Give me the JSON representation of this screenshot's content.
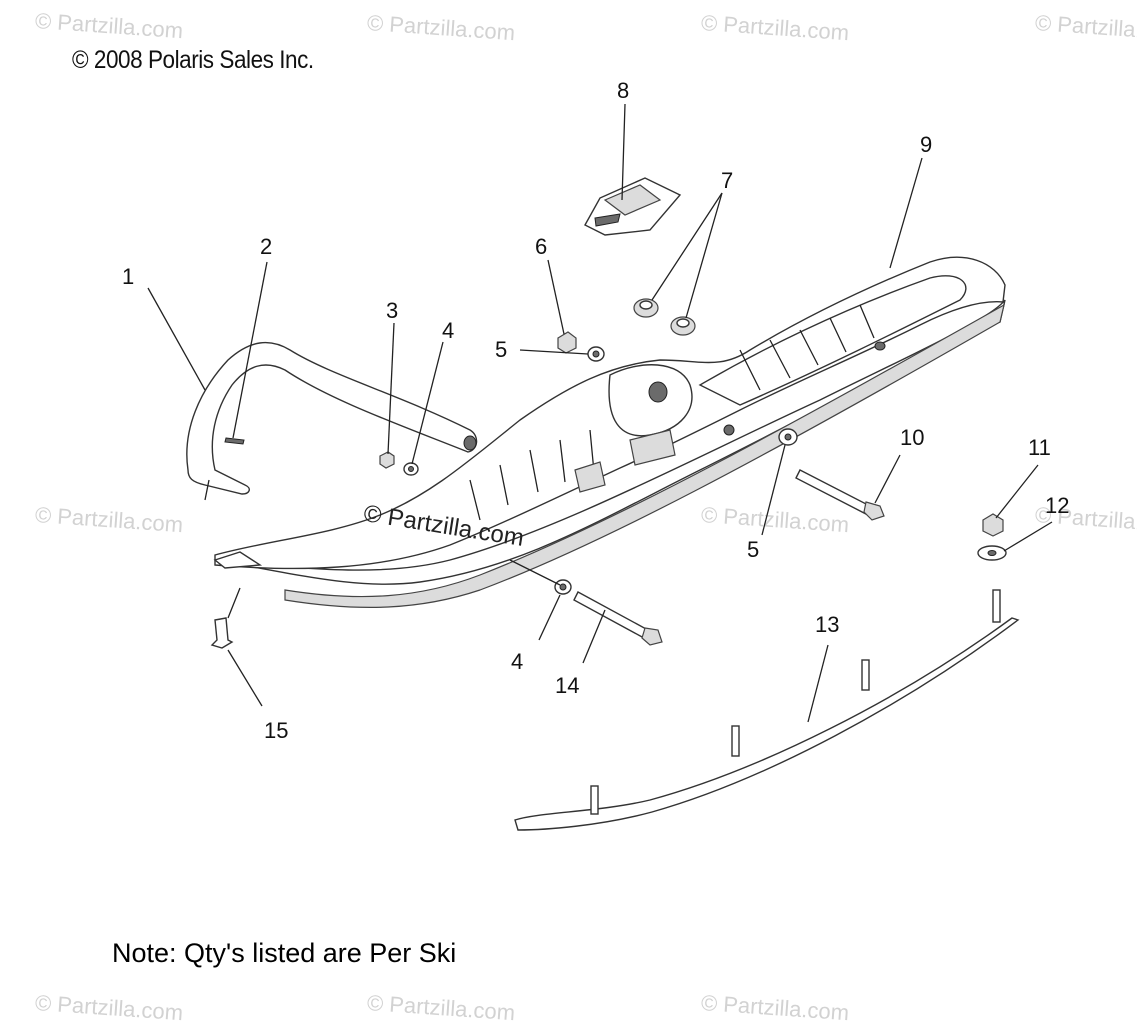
{
  "header": {
    "copyright": "© 2008 Polaris Sales Inc."
  },
  "footer": {
    "note": "Note: Qty's listed are Per Ski"
  },
  "watermarks": [
    "© Partzilla.com",
    "© Partzilla.com",
    "© Partzilla.com",
    "© Partzilla.com",
    "© Partzilla.com",
    "© Partzilla.com",
    "© Partzilla.com",
    "© Partzilla.com",
    "© Partzilla.com",
    "© Partzilla.com"
  ],
  "center_watermark": "© Partzilla.com",
  "callouts": {
    "c1": "1",
    "c2": "2",
    "c3": "3",
    "c4a": "4",
    "c4b": "4",
    "c5a": "5",
    "c5b": "5",
    "c6": "6",
    "c7": "7",
    "c8": "8",
    "c9": "9",
    "c10": "10",
    "c11": "11",
    "c12": "12",
    "c13": "13",
    "c14": "14",
    "c15": "15"
  }
}
